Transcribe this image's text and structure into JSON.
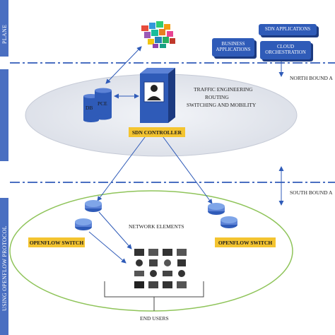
{
  "sidebar": {
    "top_label": "PLANE",
    "bottom_label": "USING OPENFLOW PROTOCOL"
  },
  "interfaces": {
    "north": "NORTH BOUND A",
    "south": "SOUTH BOUND A"
  },
  "applications": {
    "business": "BUSINESS APPLICATIONS",
    "sdn_apps": "SDN APPLICATIONS",
    "cloud": "CLOUD ORCHESTRATION"
  },
  "control": {
    "db": "DB",
    "pce": "PCE",
    "functions": [
      "TRAFFIC ENGINEERING",
      "ROUTING",
      "SWITCHING AND MOBILITY"
    ],
    "controller": "SDN CONTROLLER"
  },
  "data_plane": {
    "network_elements": "NETWORK ELEMENTS",
    "switch_left": "OPENFLOW SWITCH",
    "switch_right": "OPENFLOW SWITCH",
    "end_users": "END USERS"
  },
  "colors": {
    "sidebar": "#4a6fc1",
    "accent_blue": "#2f5bb8",
    "label_yellow": "#f4c430",
    "ellipse_fill": "#e6e9ef",
    "ellipse_outline": "#8fc45a"
  }
}
